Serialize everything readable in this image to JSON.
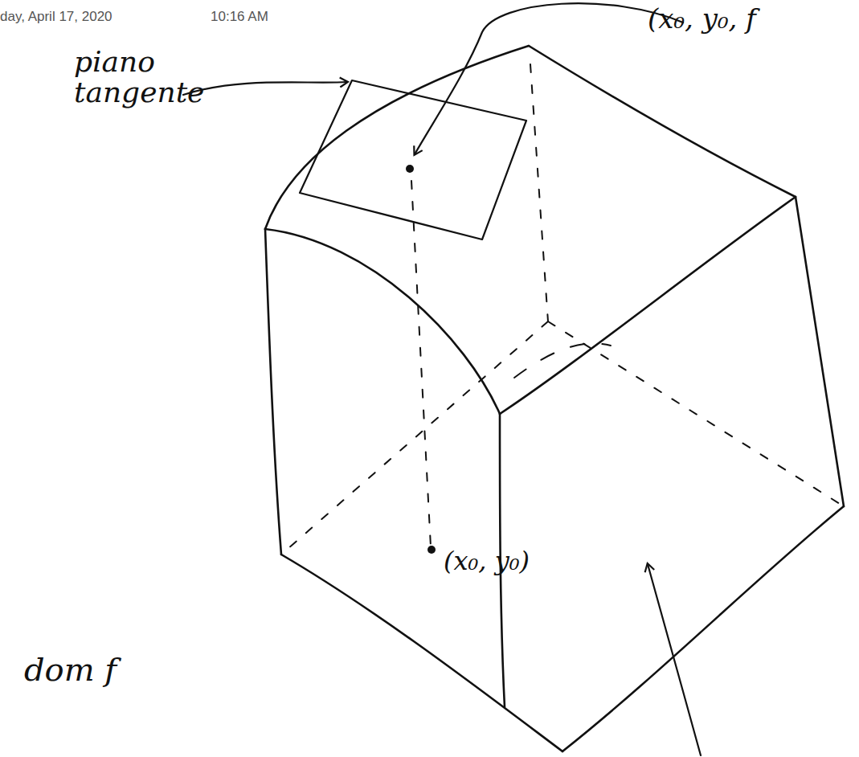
{
  "diagram": {
    "labels": [
      "day, April 17, 2020",
      "10:16 AM",
      "piano tangente",
      "(x₀, y₀, f",
      "(x₀, y₀)",
      "dom f"
    ]
  }
}
